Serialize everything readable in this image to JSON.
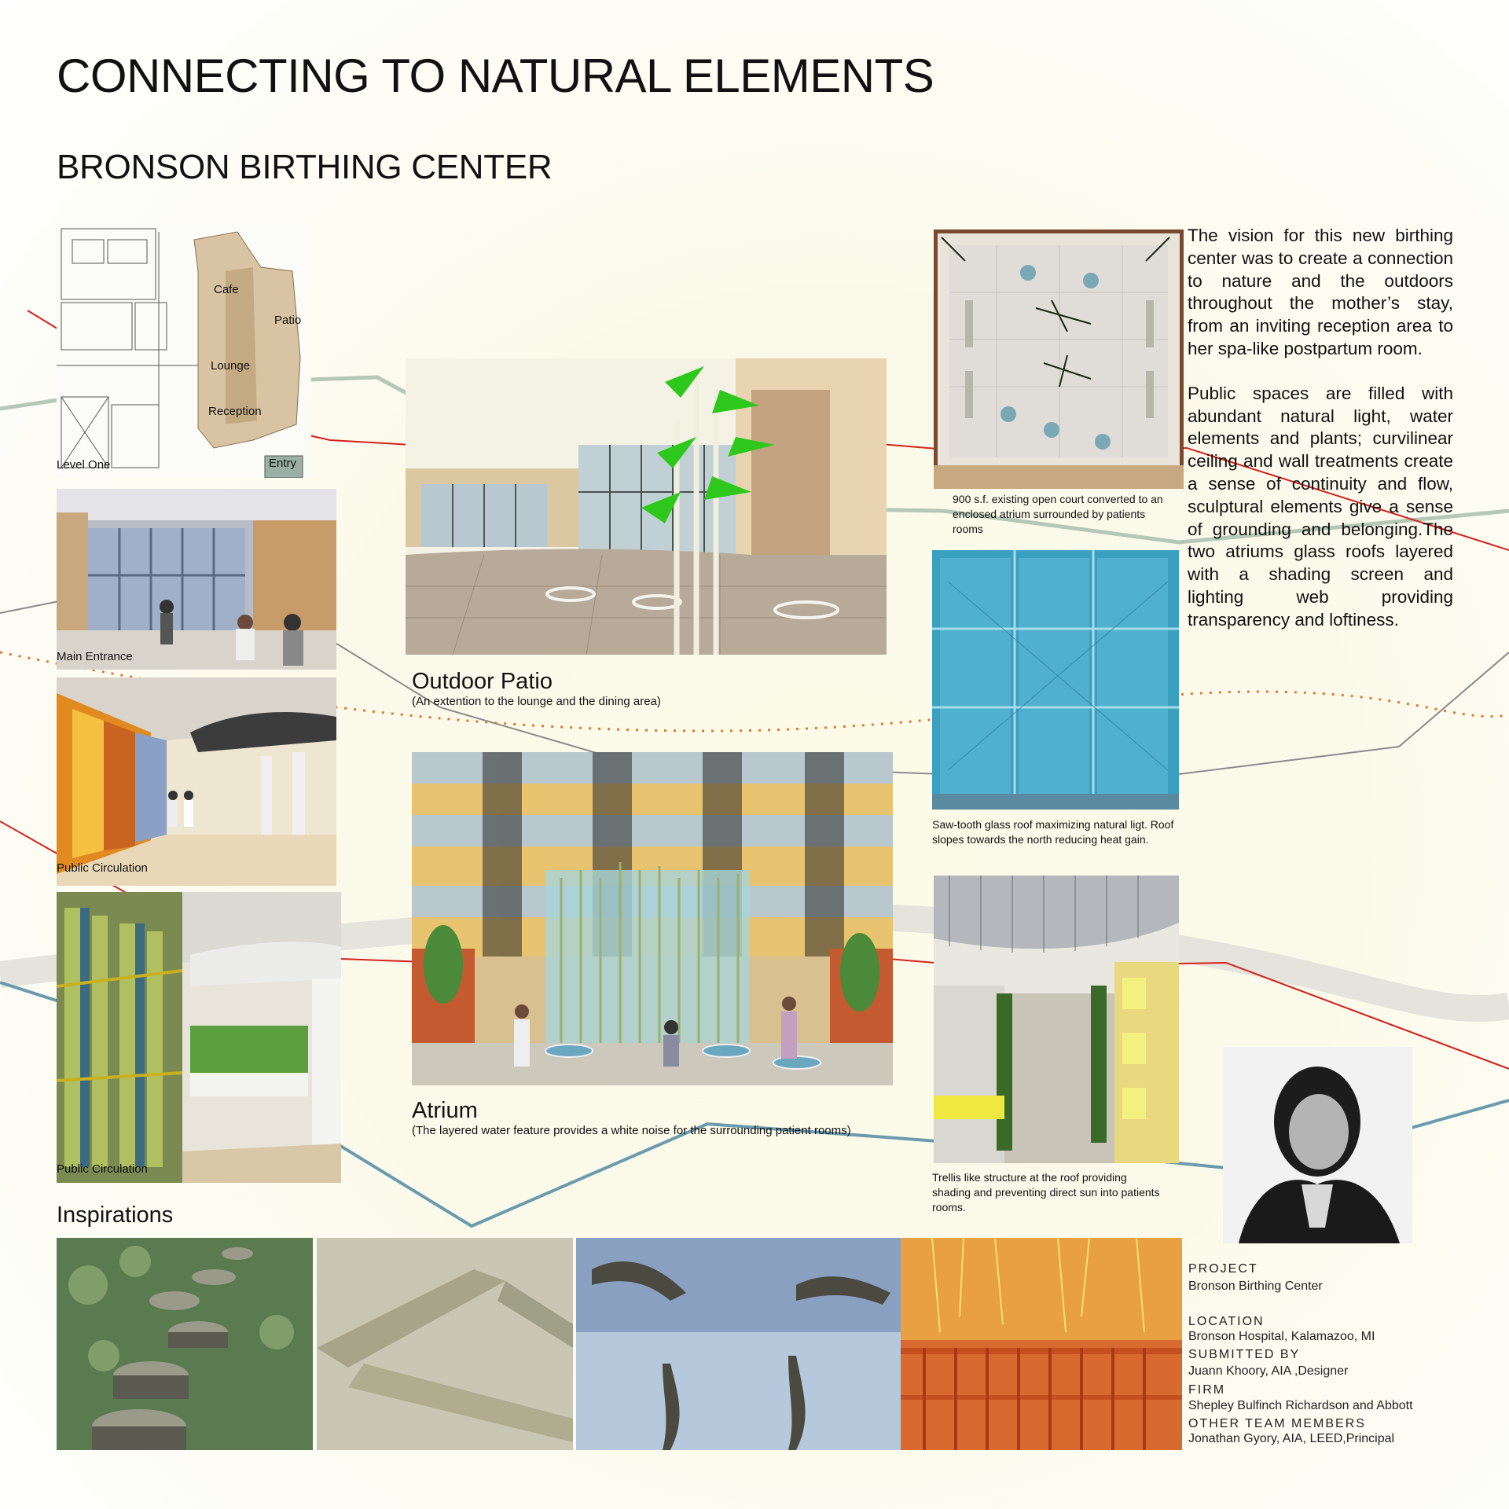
{
  "header": {
    "title": "CONNECTING TO NATURAL ELEMENTS",
    "subtitle": "BRONSON BIRTHING CENTER"
  },
  "plan": {
    "labels": [
      "Cafe",
      "Patio",
      "Lounge",
      "Reception",
      "Level One",
      "Entry"
    ]
  },
  "left_images": [
    {
      "caption": "Main Entrance"
    },
    {
      "caption": "Public Circulation"
    },
    {
      "caption": "Public Circulation"
    }
  ],
  "patio": {
    "title": "Outdoor Patio",
    "subtitle": "(An extention to the lounge and the dining area)"
  },
  "atrium": {
    "title": "Atrium",
    "subtitle": "(The layered water feature provides a white noise for the surrounding patient rooms)"
  },
  "right_images": [
    {
      "caption": "900 s.f. existing open court converted to an enclosed atrium surrounded by patients rooms"
    },
    {
      "caption": "Saw-tooth glass roof maximizing natural ligt. Roof slopes towards the north reducing heat gain."
    },
    {
      "caption": "Trellis like structure at the roof providing shading and preventing direct sun into patients rooms."
    }
  ],
  "vision": {
    "p1": "The vision for this new birthing center was to create a connection to nature and the outdoors throughout the mother’s stay, from an inviting reception area to her spa-like postpartum room.",
    "p2": "Public spaces are filled with abundant natural light, water elements and plants; curvilinear ceiling and wall treatments create a sense of continuity and flow, sculptural elements give a sense of grounding and belonging.The two atriums glass roofs layered with a shading screen and lighting web providing transparency and loftiness."
  },
  "inspirations": {
    "title": "Inspirations"
  },
  "project_info": {
    "project_label": "PROJECT",
    "project_value": "Bronson Birthing Center",
    "location_label": "LOCATION",
    "location_value": "Bronson Hospital, Kalamazoo, MI",
    "submitted_label": "SUBMITTED BY",
    "submitted_value": "Juann Khoory, AIA ,Designer",
    "firm_label": "FIRM",
    "firm_value": "Shepley Bulfinch Richardson and Abbott",
    "team_label": "OTHER TEAM MEMBERS",
    "team_value": "Jonathan Gyory, AIA, LEED,Principal"
  },
  "colors": {
    "red_line": "#d42020",
    "teal_line": "#6b9aad",
    "sage_line": "#b5c7b6",
    "orange_dots": "#e07830",
    "grey_line": "#8a8a8a"
  }
}
